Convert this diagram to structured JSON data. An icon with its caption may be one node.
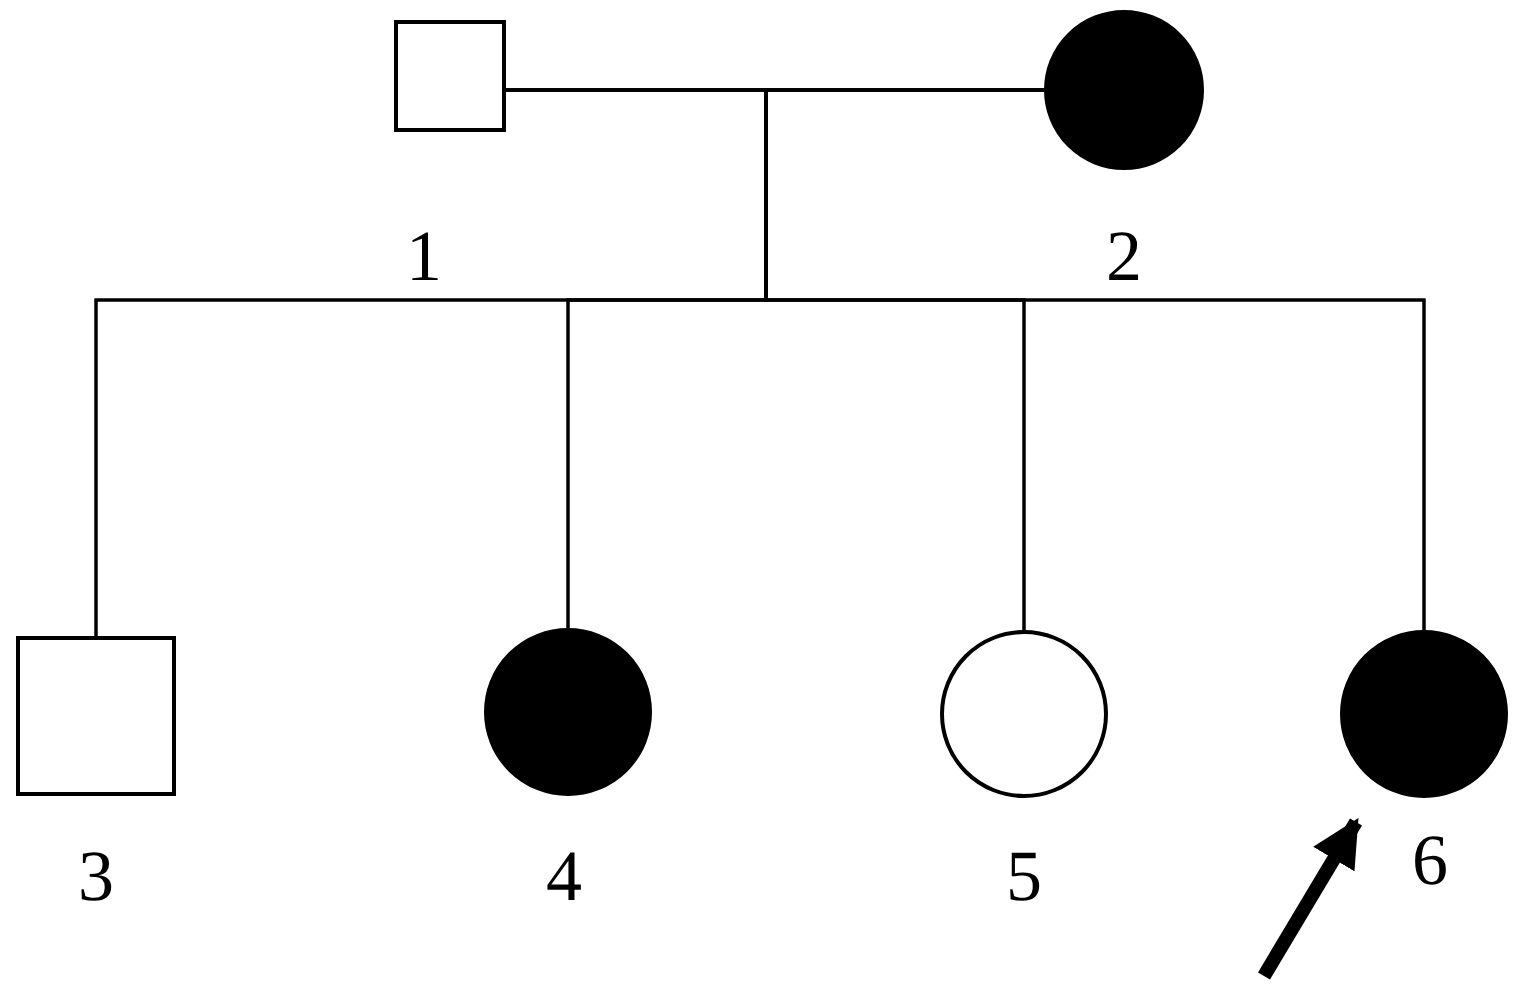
{
  "diagram": {
    "nodes": [
      {
        "text": [],
        "shape": "box",
        "beside": [
          "1"
        ]
      },
      {
        "text": [],
        "shape": "disc",
        "beside": [
          "2"
        ]
      },
      {
        "text": [],
        "shape": "box",
        "beside": [
          "3"
        ]
      },
      {
        "text": [],
        "shape": "disc",
        "beside": [
          "4"
        ]
      },
      {
        "text": [],
        "shape": "circle",
        "beside": [
          "5"
        ]
      },
      {
        "text": [],
        "shape": "disc",
        "beside": [
          "6"
        ]
      }
    ],
    "edges": [
      {
        "from": 0,
        "to": 1,
        "arrow": "none"
      },
      {
        "from": 0,
        "to": 2,
        "arrow": "none"
      },
      {
        "from": 0,
        "to": 3,
        "arrow": "none"
      },
      {
        "from": 0,
        "to": 4,
        "arrow": "none"
      },
      {
        "from": 0,
        "to": 5,
        "arrow": "none"
      },
      {
        "from": 1,
        "to": 2,
        "arrow": "none"
      },
      {
        "from": 1,
        "to": 3,
        "arrow": "none"
      },
      {
        "from": 1,
        "to": 4,
        "arrow": "none"
      },
      {
        "from": 1,
        "to": 5,
        "arrow": "none"
      },
      {
        "from": null,
        "to": 5,
        "arrow": "to",
        "style": "thick"
      }
    ]
  }
}
